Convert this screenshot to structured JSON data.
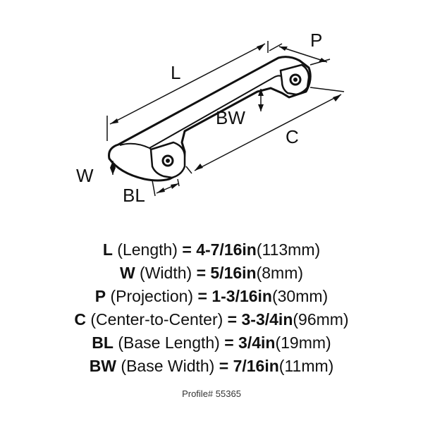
{
  "diagram": {
    "labels": {
      "L": "L",
      "P": "P",
      "BW": "BW",
      "C": "C",
      "W": "W",
      "BL": "BL"
    }
  },
  "specs": [
    {
      "key": "L",
      "name": "(Length)",
      "imperial": "4-7/16in",
      "metric": "(113mm)"
    },
    {
      "key": "W",
      "name": "(Width)",
      "imperial": "5/16in",
      "metric": "(8mm)"
    },
    {
      "key": "P",
      "name": "(Projection)",
      "imperial": "1-3/16in",
      "metric": "(30mm)"
    },
    {
      "key": "C",
      "name": "(Center-to-Center)",
      "imperial": "3-3/4in",
      "metric": "(96mm)"
    },
    {
      "key": "BL",
      "name": "(Base Length)",
      "imperial": "3/4in",
      "metric": "(19mm)"
    },
    {
      "key": "BW",
      "name": "(Base Width)",
      "imperial": "7/16in",
      "metric": "(11mm)"
    }
  ],
  "equals": "=",
  "profile": "Profile# 55365"
}
